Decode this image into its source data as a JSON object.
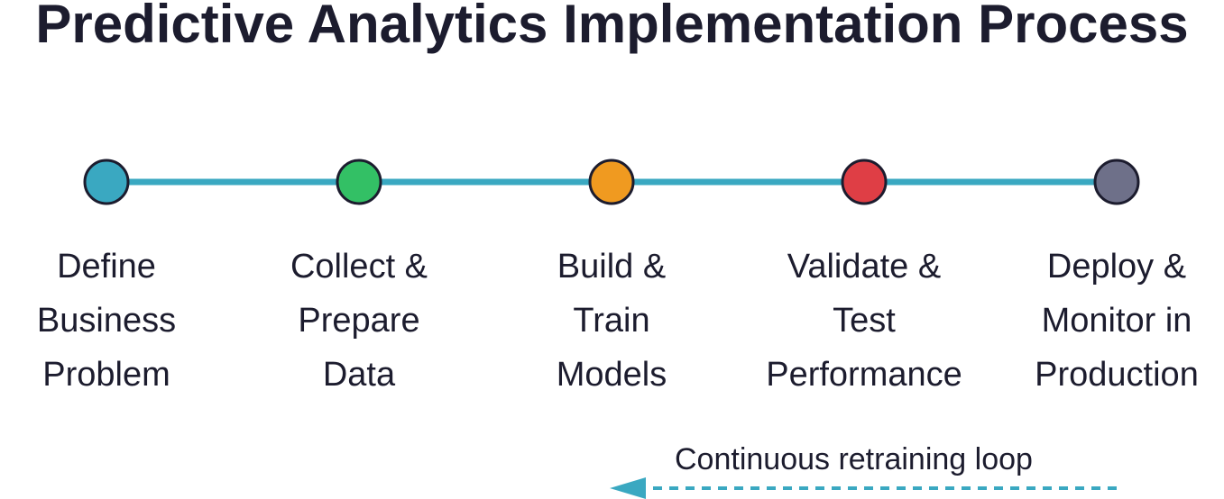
{
  "title": "Predictive Analytics Implementation Process",
  "line_color": "#3aa8c1",
  "node_stroke": "#1c1c2e",
  "steps": [
    {
      "lines": [
        "Define",
        "Business",
        "Problem"
      ],
      "color": "#3aa8c1"
    },
    {
      "lines": [
        "Collect &",
        "Prepare",
        "Data"
      ],
      "color": "#33c065"
    },
    {
      "lines": [
        "Build &",
        "Train",
        "Models"
      ],
      "color": "#f09a20"
    },
    {
      "lines": [
        "Validate &",
        "Test",
        "Performance"
      ],
      "color": "#df3e45"
    },
    {
      "lines": [
        "Deploy &",
        "Monitor in",
        "Production"
      ],
      "color": "#6e7089"
    }
  ],
  "loop": {
    "label": "Continuous retraining loop",
    "color": "#3aa8c1",
    "direction": "right-to-left",
    "style": "dashed"
  }
}
